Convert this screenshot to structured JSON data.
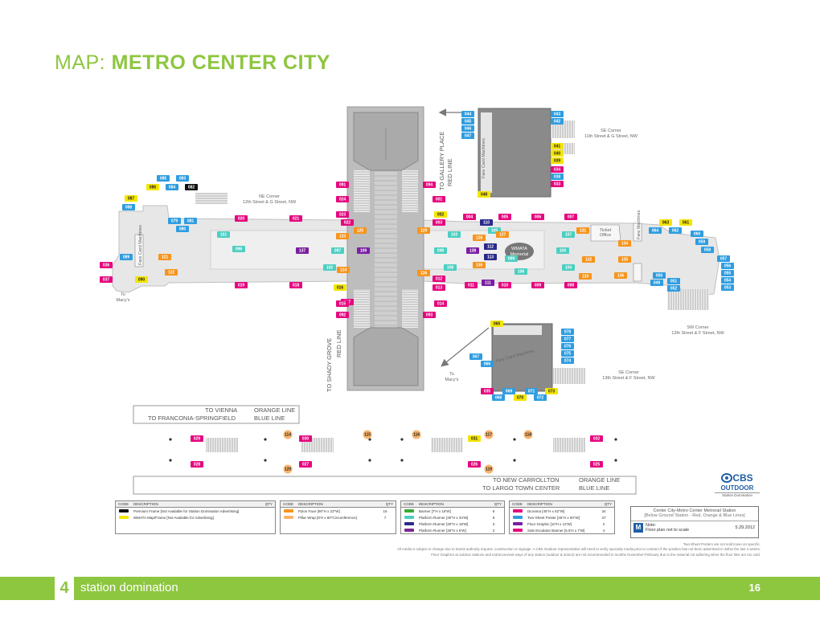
{
  "page": {
    "title_prefix": "MAP:",
    "title_main": "METRO CENTER CITY",
    "footer_number": "4",
    "footer_section": "station domination",
    "page_number": "16"
  },
  "colors": {
    "accent_green": "#8dc63f",
    "premium_frame": "#111111",
    "wmata_frame": "#f4e500",
    "pylon": "#f7941d",
    "pillar": "#f9b36b",
    "banner": "#3aaa35",
    "platform_34": "#4ccfc2",
    "platform_18": "#2a2a8c",
    "platform_6": "#7a2a8c",
    "diorama": "#e5087f",
    "two_sheet": "#2f9de0",
    "floor_graphic": "#7b1fa2",
    "side_escalator": "#e5087f"
  },
  "labels": {
    "ne_corner_1": "NE Corner",
    "ne_corner_2": "12th Street & G Street, NW",
    "se_corner_1": "SE Corner",
    "se_corner_2": "11th Street & G Street, NW",
    "sw_corner_1": "SW Corner",
    "sw_corner_2": "12th Street & F Street, NW",
    "se13_corner_1": "SE Corner",
    "se13_corner_2": "13th Street & F Street, NW",
    "to_macys_1a": "To",
    "to_macys_1b": "Macy's",
    "to_macys_2a": "To",
    "to_macys_2b": "Macy's",
    "gallery_line_1": "TO GALLERY PLACE",
    "gallery_line_2": "RED LINE",
    "shady_line_1": "TO SHADY GROVE",
    "shady_line_2": "RED LINE",
    "ticket_office_1": "Ticket",
    "ticket_office_2": "Office",
    "fare_machines": "Fare Machines",
    "wmata_memorial_1": "WMATA",
    "wmata_memorial_2": "Memorial",
    "fare_card_1": "Fare Card Machines",
    "fare_card_2": "Fare Card Machines",
    "fare_card_3": "Fare Card Machines"
  },
  "platform_banners": {
    "top_left_1": "TO VIENNA",
    "top_left_2": "TO FRANCONIA-SPRINGFIELD",
    "top_right_1": "ORANGE LINE",
    "top_right_2": "BLUE LINE",
    "bottom_left_1": "TO NEW CARROLLTON",
    "bottom_left_2": "TO LARGO TOWN CENTER",
    "bottom_right_1": "ORANGE LINE",
    "bottom_right_2": "BLUE LINE"
  },
  "legend": {
    "headers": {
      "code": "CODE",
      "description": "DESCRIPTION",
      "qty": "QTY"
    },
    "table1": [
      {
        "color": "#111111",
        "description": "Premium Frame [Not Available for Station Domination Advertising]",
        "qty": ""
      },
      {
        "color": "#f4e500",
        "description": "WMATA Map/Frame [Not Available for Advertising]",
        "qty": ""
      }
    ],
    "table2": [
      {
        "color": "#f7941d",
        "description": "Pylon Face [90\"H x 23\"W]",
        "qty": "16"
      },
      {
        "color": "#f9b36b",
        "description": "Pillar Wrap [8'H x 60\"Circumference]",
        "qty": "7"
      }
    ],
    "table3": [
      {
        "color": "#3aaa35",
        "description": "Banner [7'H x 16'W]",
        "qty": "6"
      },
      {
        "color": "#4ccfc2",
        "description": "Platform Runner [30\"H x 34'W]",
        "qty": "8"
      },
      {
        "color": "#2a2a8c",
        "description": "Platform Runner [30\"H x 18'W]",
        "qty": "3"
      },
      {
        "color": "#7a2a8c",
        "description": "Platform Runner [30\"H x 6'W]",
        "qty": "2"
      }
    ],
    "table4": [
      {
        "color": "#e5087f",
        "description": "Diorama [45\"H x 62\"W]",
        "qty": "34"
      },
      {
        "color": "#2f9de0",
        "description": "Two-Sheet Poster [46\"H x 60\"W]",
        "qty": "37"
      },
      {
        "color": "#7b1fa2",
        "description": "Floor Graphic [10'H x 12'W]",
        "qty": "2"
      },
      {
        "color": "#e5087f",
        "description": "Side Escalator Banner [6.5'H x 7'W]",
        "qty": "4"
      }
    ]
  },
  "station_info": {
    "title": "Center City-Metro Center Metrorail Station",
    "subtitle": "[Below Ground Station - Red, Orange & Blue Lines]",
    "note_1": "Note:",
    "note_2": "Floor plan not to scale",
    "date": "5.29.2012"
  },
  "fine_print": {
    "line_1": "Two-Sheet Posters are not sold loose on specific.",
    "line_2": "All media is subject to change due to transit authority request, construction or signage. A CBS Outdoor representative will need to verify specialty media prior to contract if the position has not been advertised in within the last 4 weeks.",
    "line_3": "Floor Graphics at outdoor stations and entrances/exit ways of any station (outdoor & indoor) are not recommended in months November-February due to the material not adhering when the floor tiles are too cold."
  },
  "logo": {
    "word": "CBS",
    "sub": "OUTDOOR",
    "tag": "Station Domination"
  },
  "map_tags": [
    {
      "c": "044",
      "t": "b"
    },
    {
      "c": "045",
      "t": "b"
    },
    {
      "c": "046",
      "t": "b"
    },
    {
      "c": "047",
      "t": "b"
    },
    {
      "c": "043",
      "t": "b"
    },
    {
      "c": "042",
      "t": "b"
    },
    {
      "c": "041",
      "t": "y"
    },
    {
      "c": "040",
      "t": "y"
    },
    {
      "c": "039",
      "t": "y"
    },
    {
      "c": "034",
      "t": "p"
    },
    {
      "c": "038",
      "t": "b"
    },
    {
      "c": "033",
      "t": "p"
    },
    {
      "c": "048",
      "t": "y"
    },
    {
      "c": "085",
      "t": "b"
    },
    {
      "c": "083",
      "t": "b"
    },
    {
      "c": "086",
      "t": "y"
    },
    {
      "c": "084",
      "t": "b"
    },
    {
      "c": "082",
      "t": "k"
    },
    {
      "c": "087",
      "t": "y"
    },
    {
      "c": "088",
      "t": "b"
    },
    {
      "c": "079",
      "t": "b"
    },
    {
      "c": "081",
      "t": "b"
    },
    {
      "c": "080",
      "t": "b"
    },
    {
      "c": "020",
      "t": "p"
    },
    {
      "c": "021",
      "t": "p"
    },
    {
      "c": "091",
      "t": "p"
    },
    {
      "c": "024",
      "t": "p"
    },
    {
      "c": "023",
      "t": "p"
    },
    {
      "c": "022",
      "t": "p"
    },
    {
      "c": "094",
      "t": "p"
    },
    {
      "c": "001",
      "t": "p"
    },
    {
      "c": "002",
      "t": "y"
    },
    {
      "c": "003",
      "t": "p"
    },
    {
      "c": "004",
      "t": "p"
    },
    {
      "c": "110",
      "t": "n"
    },
    {
      "c": "005",
      "t": "p"
    },
    {
      "c": "006",
      "t": "p"
    },
    {
      "c": "007",
      "t": "p"
    },
    {
      "c": "063",
      "t": "y"
    },
    {
      "c": "061",
      "t": "y"
    },
    {
      "c": "064",
      "t": "b"
    },
    {
      "c": "062",
      "t": "b"
    },
    {
      "c": "060",
      "t": "b"
    },
    {
      "c": "059",
      "t": "b"
    },
    {
      "c": "058",
      "t": "b"
    },
    {
      "c": "057",
      "t": "b"
    },
    {
      "c": "056",
      "t": "b"
    },
    {
      "c": "055",
      "t": "b"
    },
    {
      "c": "054",
      "t": "b"
    },
    {
      "c": "053",
      "t": "b"
    },
    {
      "c": "050",
      "t": "b"
    },
    {
      "c": "049",
      "t": "b"
    },
    {
      "c": "051",
      "t": "b"
    },
    {
      "c": "052",
      "t": "b"
    },
    {
      "c": "036",
      "t": "p"
    },
    {
      "c": "089",
      "t": "b"
    },
    {
      "c": "037",
      "t": "p"
    },
    {
      "c": "090",
      "t": "y"
    },
    {
      "c": "121",
      "t": "o"
    },
    {
      "c": "122",
      "t": "o"
    },
    {
      "c": "101",
      "t": "t"
    },
    {
      "c": "096",
      "t": "t"
    },
    {
      "c": "137",
      "t": "v"
    },
    {
      "c": "097",
      "t": "t"
    },
    {
      "c": "109",
      "t": "v"
    },
    {
      "c": "102",
      "t": "t"
    },
    {
      "c": "124",
      "t": "o"
    },
    {
      "c": "125",
      "t": "o"
    },
    {
      "c": "123",
      "t": "o"
    },
    {
      "c": "019",
      "t": "p"
    },
    {
      "c": "018",
      "t": "p"
    },
    {
      "c": "017",
      "t": "p"
    },
    {
      "c": "016",
      "t": "y"
    },
    {
      "c": "015",
      "t": "p"
    },
    {
      "c": "092",
      "t": "p"
    },
    {
      "c": "014",
      "t": "p"
    },
    {
      "c": "093",
      "t": "p"
    },
    {
      "c": "013",
      "t": "p"
    },
    {
      "c": "012",
      "t": "p"
    },
    {
      "c": "126",
      "t": "o"
    },
    {
      "c": "108",
      "t": "t"
    },
    {
      "c": "098",
      "t": "t"
    },
    {
      "c": "138",
      "t": "v"
    },
    {
      "c": "112",
      "t": "n"
    },
    {
      "c": "113",
      "t": "n"
    },
    {
      "c": "099",
      "t": "t"
    },
    {
      "c": "105",
      "t": "t"
    },
    {
      "c": "107",
      "t": "t"
    },
    {
      "c": "100",
      "t": "t"
    },
    {
      "c": "104",
      "t": "t"
    },
    {
      "c": "106",
      "t": "t"
    },
    {
      "c": "103",
      "t": "t"
    },
    {
      "c": "127",
      "t": "o"
    },
    {
      "c": "128",
      "t": "o"
    },
    {
      "c": "129",
      "t": "o"
    },
    {
      "c": "130",
      "t": "o"
    },
    {
      "c": "131",
      "t": "o"
    },
    {
      "c": "132",
      "t": "o"
    },
    {
      "c": "133",
      "t": "o"
    },
    {
      "c": "134",
      "t": "o"
    },
    {
      "c": "135",
      "t": "o"
    },
    {
      "c": "136",
      "t": "o"
    },
    {
      "c": "111",
      "t": "v"
    },
    {
      "c": "011",
      "t": "p"
    },
    {
      "c": "010",
      "t": "p"
    },
    {
      "c": "009",
      "t": "p"
    },
    {
      "c": "008",
      "t": "p"
    },
    {
      "c": "065",
      "t": "y"
    },
    {
      "c": "078",
      "t": "b"
    },
    {
      "c": "077",
      "t": "b"
    },
    {
      "c": "076",
      "t": "b"
    },
    {
      "c": "075",
      "t": "b"
    },
    {
      "c": "074",
      "t": "b"
    },
    {
      "c": "067",
      "t": "b"
    },
    {
      "c": "066",
      "t": "b"
    },
    {
      "c": "035",
      "t": "p"
    },
    {
      "c": "069",
      "t": "b"
    },
    {
      "c": "071",
      "t": "b"
    },
    {
      "c": "073",
      "t": "y"
    },
    {
      "c": "068",
      "t": "b"
    },
    {
      "c": "070",
      "t": "y"
    },
    {
      "c": "072",
      "t": "b"
    },
    {
      "c": "029",
      "t": "p"
    },
    {
      "c": "114",
      "t": "s"
    },
    {
      "c": "030",
      "t": "p"
    },
    {
      "c": "115",
      "t": "s"
    },
    {
      "c": "116",
      "t": "s"
    },
    {
      "c": "031",
      "t": "y"
    },
    {
      "c": "117",
      "t": "s"
    },
    {
      "c": "118",
      "t": "s"
    },
    {
      "c": "032",
      "t": "p"
    },
    {
      "c": "028",
      "t": "p"
    },
    {
      "c": "120",
      "t": "s"
    },
    {
      "c": "027",
      "t": "p"
    },
    {
      "c": "026",
      "t": "p"
    },
    {
      "c": "119",
      "t": "s"
    },
    {
      "c": "025",
      "t": "p"
    }
  ]
}
